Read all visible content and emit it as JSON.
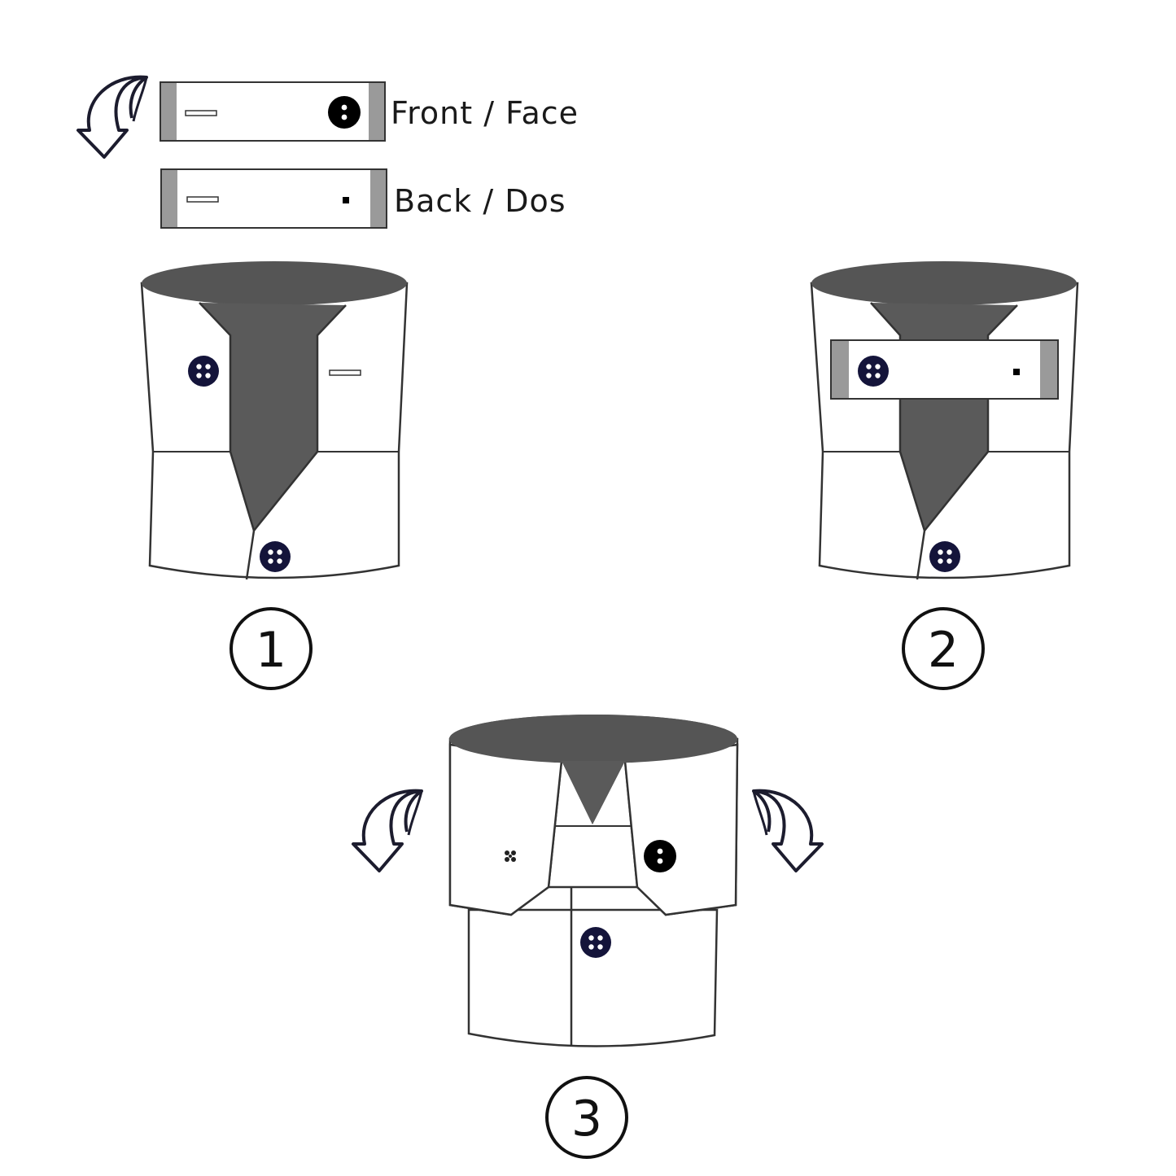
{
  "legend": {
    "front_label": "Front / Face",
    "back_label": "Back / Dos"
  },
  "steps": [
    {
      "number": "1"
    },
    {
      "number": "2"
    },
    {
      "number": "3"
    }
  ],
  "colors": {
    "collar_dark": "#5a5a5a",
    "tab_grey": "#9a9a9a",
    "button_navy": "#14143a",
    "outline": "#333333",
    "paper": "#ffffff"
  },
  "icons": [
    "curved-arrow-down-left-icon",
    "curved-arrow-down-right-icon",
    "button-icon",
    "buttonhole-icon"
  ]
}
